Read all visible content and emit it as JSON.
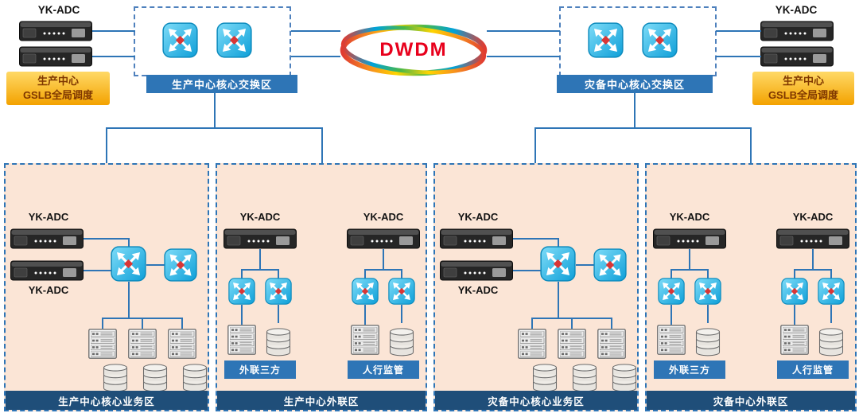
{
  "top": {
    "left_adc": "YK-ADC",
    "right_adc": "YK-ADC",
    "left_gslb_line1": "生产中心",
    "left_gslb_line2": "GSLB全局调度",
    "right_gslb_line1": "生产中心",
    "right_gslb_line2": "GSLB全局调度",
    "left_zone": "生产中心核心交换区",
    "right_zone": "灾备中心核心交换区",
    "dwdm": "DWDM"
  },
  "panels": [
    {
      "footer": "生产中心核心业务区",
      "adc1": "YK-ADC",
      "adc2": "YK-ADC"
    },
    {
      "footer": "生产中心外联区",
      "cols": [
        {
          "adc": "YK-ADC",
          "tag": "外联三方"
        },
        {
          "adc": "YK-ADC",
          "tag": "人行监管"
        }
      ]
    },
    {
      "footer": "灾备中心核心业务区",
      "adc1": "YK-ADC",
      "adc2": "YK-ADC"
    },
    {
      "footer": "灾备中心外联区",
      "cols": [
        {
          "adc": "YK-ADC",
          "tag": "外联三方"
        },
        {
          "adc": "YK-ADC",
          "tag": "人行监管"
        }
      ]
    }
  ],
  "icons": {
    "switch-icon": "blue rounded square with crossed white arrows and red diamond center",
    "server-icon": "dark rack appliance with white status dots",
    "rack-icon": "equipment cabinet with four shelves",
    "disk-stack-icon": "stack of three storage cylinders",
    "dwdm-ring-icon": "rainbow gradient ellipse ring"
  },
  "colors": {
    "connector_blue": "#2e75b6",
    "panel_background": "#fbe5d6",
    "panel_border": "#2e75b6",
    "footer_bar": "#1f4e79",
    "zone_label_bar": "#2e75b6",
    "tag_label": "#2e75b6",
    "gslb_gradient_top": "#ffd966",
    "gslb_gradient_bottom": "#f3a200",
    "gslb_text": "#7f3700",
    "switch_blue": "#29b0e3",
    "dwdm_text": "#e8001c"
  }
}
